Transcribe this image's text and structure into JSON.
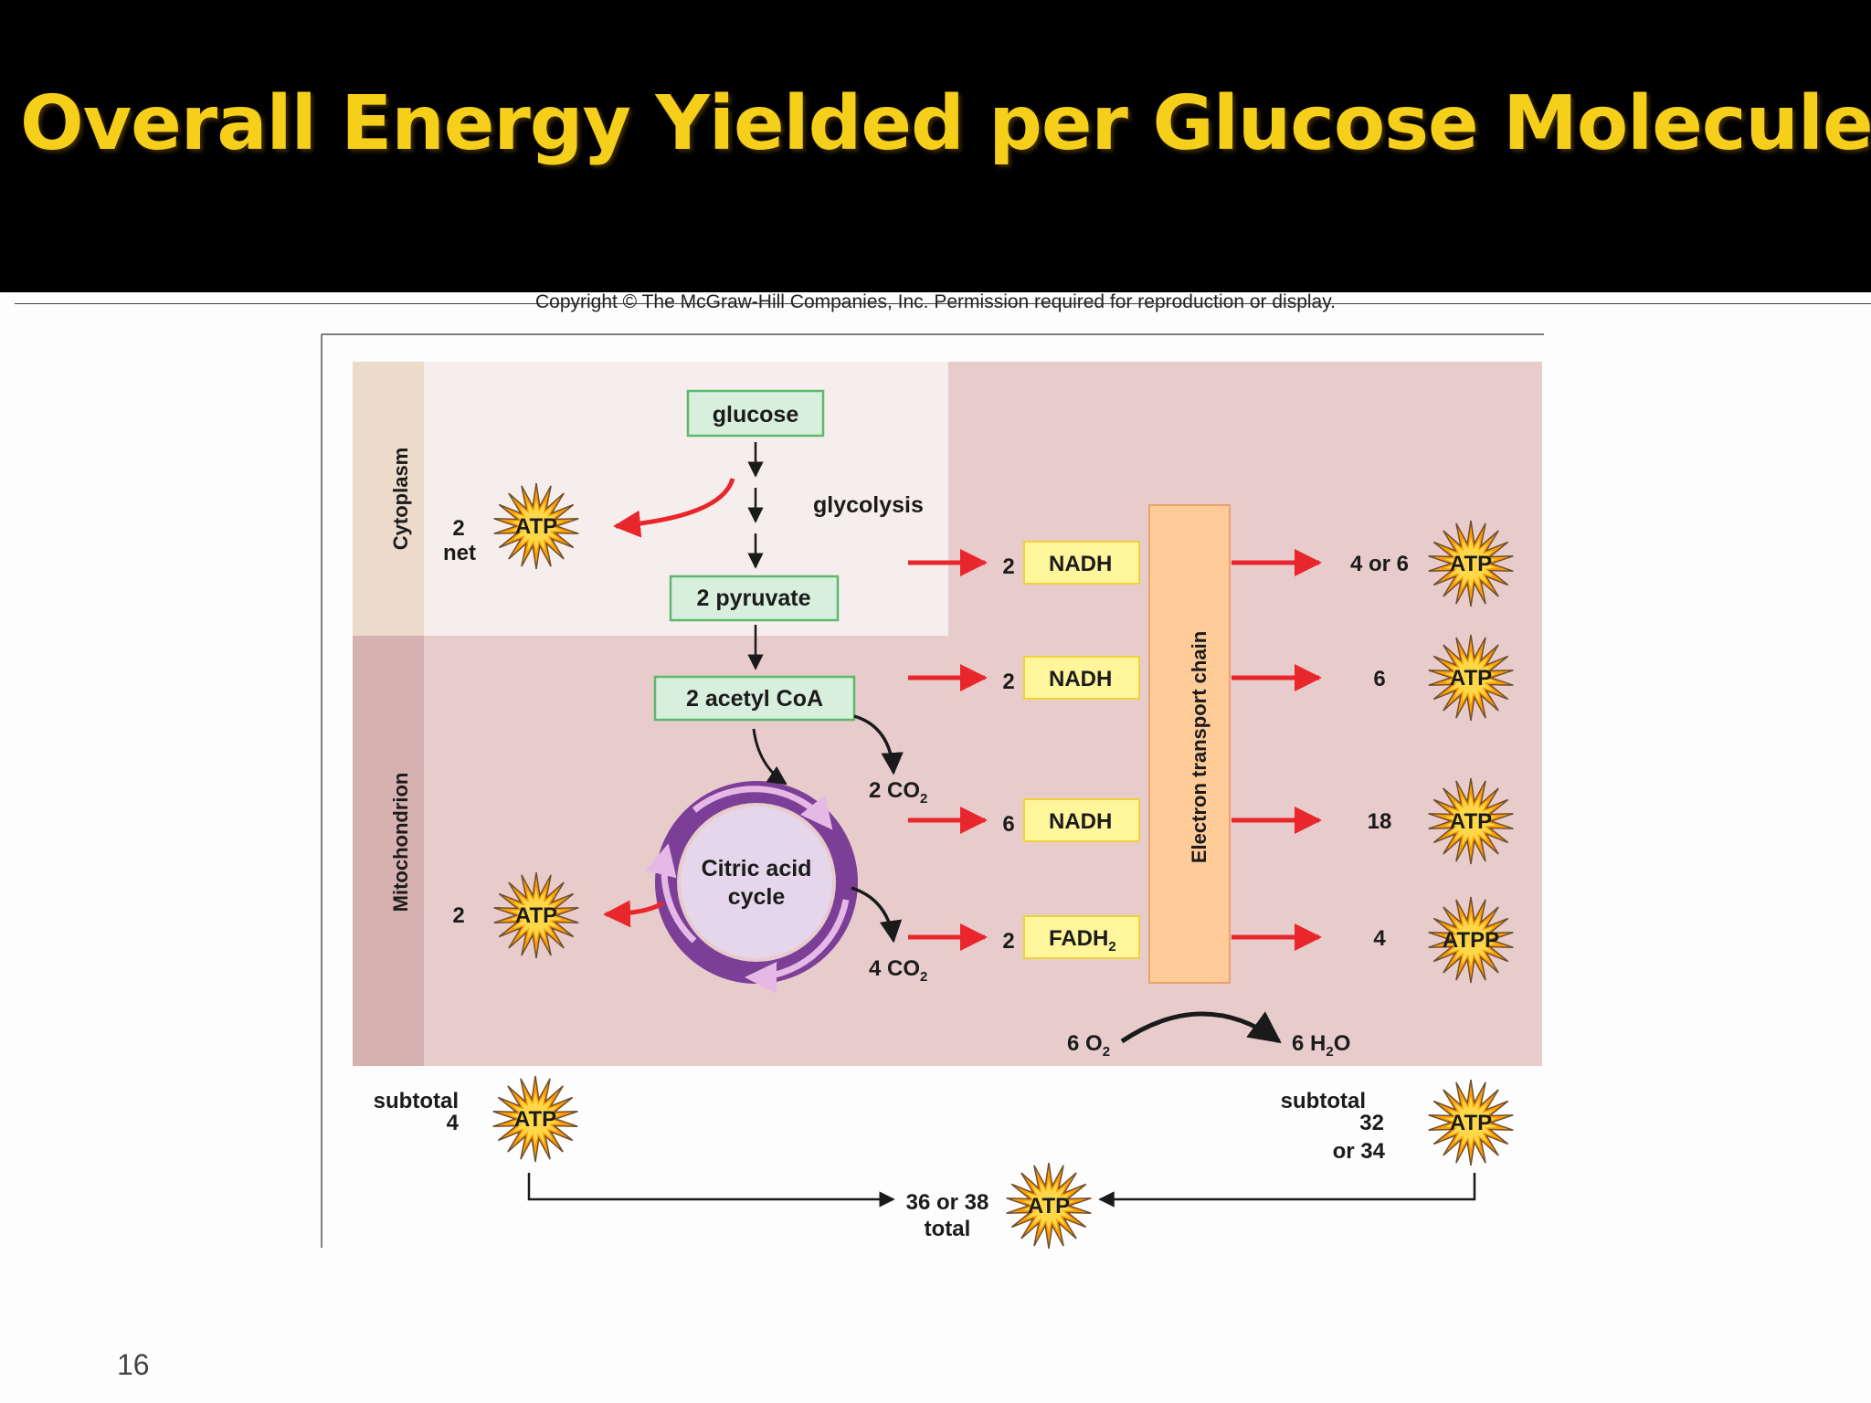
{
  "title": "Overall Energy Yielded per Glucose Molecule",
  "copyright": "Copyright © The McGraw-Hill Companies, Inc. Permission required for reproduction or display.",
  "page_number": "16",
  "colors": {
    "title": "#f6cf1b",
    "header_bg": "#000000",
    "region_bg": "#e8cccc",
    "cytoplasm_bg": "#f6eeec",
    "box_green": "#d8efdd",
    "box_yellow": "#fff59b",
    "etc": "#ffcc99",
    "arrow_red": "#e8262b"
  },
  "regions": {
    "cytoplasm": "Cytoplasm",
    "mitochondrion": "Mitochondrion"
  },
  "molecules": {
    "glucose": "glucose",
    "pyruvate": "2 pyruvate",
    "acetyl_coa": "2 acetyl CoA"
  },
  "glycolysis": "glycolysis",
  "citric_acid_cycle": {
    "line1": "Citric acid",
    "line2": "cycle"
  },
  "co2": {
    "first": "2 CO",
    "second": "4 CO",
    "sub": "2"
  },
  "etc_label": "Electron transport chain",
  "carriers": [
    {
      "count": "2",
      "name": "NADH",
      "sub": ""
    },
    {
      "count": "2",
      "name": "NADH",
      "sub": ""
    },
    {
      "count": "6",
      "name": "NADH",
      "sub": ""
    },
    {
      "count": "2",
      "name": "FADH",
      "sub": "2"
    }
  ],
  "etc_yields": [
    "4 or 6",
    "6",
    "18",
    "4"
  ],
  "atp_labels": {
    "standard": "ATP",
    "fourth": "ATPP"
  },
  "glycolysis_atp": {
    "count": "2",
    "qualifier": "net"
  },
  "cycle_atp": "2",
  "oxygen": {
    "o2": "6 O",
    "h2o_pre": "6 H",
    "h2o_post": "O",
    "sub": "2"
  },
  "subtotal_left": {
    "label": "subtotal",
    "value": "4"
  },
  "subtotal_right": {
    "label": "subtotal",
    "value1": "32",
    "value2": "or 34"
  },
  "total": {
    "value": "36 or 38",
    "label": "total"
  }
}
